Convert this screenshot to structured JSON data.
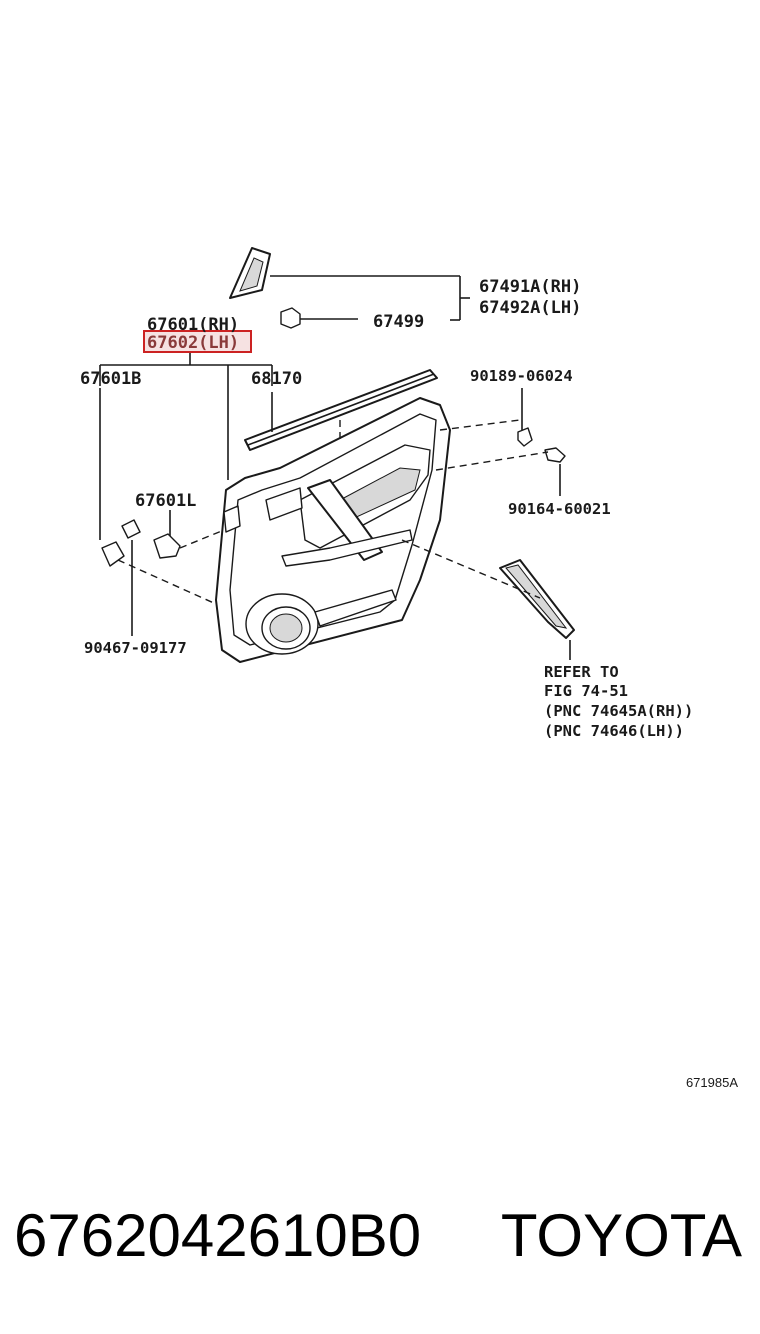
{
  "labels": {
    "p67491a": "67491A(RH)",
    "p67492a": "67492A(LH)",
    "p67499": "67499",
    "p67601": "67601(RH)",
    "p67602": "67602(LH)",
    "p67601b": "67601B",
    "p68170": "68170",
    "p90189": "90189-06024",
    "p67601l": "67601L",
    "p90164": "90164-60021",
    "p90467": "90467-09177"
  },
  "reference_note": {
    "line1": "REFER TO",
    "line2": "FIG 74-51",
    "line3": "(PNC 74645A(RH))",
    "line4": "(PNC 74646(LH))"
  },
  "figure_id": "671985A",
  "footer": {
    "part_number": "6762042610B0",
    "brand": "TOYOTA"
  },
  "highlight_color": "#cc2222"
}
